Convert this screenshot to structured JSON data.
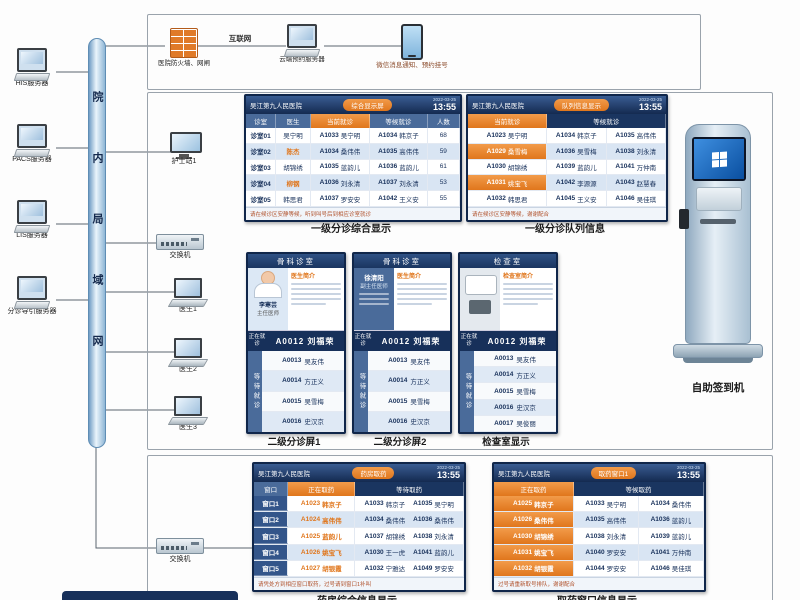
{
  "network": {
    "lan_label": "院内局域网",
    "servers": [
      "HIS服务器",
      "PACS服务器",
      "LIS服务器",
      "分诊导引服务器"
    ],
    "firewall_label": "医院防火墙、网闸",
    "internet_label": "互联网",
    "cloud_server_label": "云端预约服务器",
    "wechat_label": "微信消息通知、预约挂号",
    "nurse_station": "护士站1",
    "switch_top": "交换机",
    "doctors": [
      "医生1",
      "医生2",
      "医生3"
    ],
    "switch_bottom": "交换机",
    "kiosk_caption": "自助签到机"
  },
  "main_display": {
    "hospital": "吴江第九人民医院",
    "badge": "综合显示屏",
    "date": "2022-03-25",
    "time": "13:55",
    "caption": "一级分诊综合显示",
    "columns": [
      "诊室",
      "医生",
      "当前就诊",
      "等候就诊",
      "人数"
    ],
    "rows": [
      {
        "room": "诊室01",
        "doctor": "吴宁明",
        "cur_no": "A1033",
        "cur_name": "吴宁明",
        "wait_no": "A1034",
        "wait_name": "韩京子",
        "count": "68"
      },
      {
        "room": "诊室02",
        "doctor": "陈杰",
        "cur_no": "A1034",
        "cur_name": "桑伟伟",
        "wait_no": "A1035",
        "wait_name": "高伟伟",
        "count": "59"
      },
      {
        "room": "诊室03",
        "doctor": "胡锦绣",
        "cur_no": "A1035",
        "cur_name": "蓝韵儿",
        "wait_no": "A1036",
        "wait_name": "蓝韵儿",
        "count": "61"
      },
      {
        "room": "诊室04",
        "doctor": "柳钢",
        "cur_no": "A1036",
        "cur_name": "刘永清",
        "wait_no": "A1037",
        "wait_name": "刘永清",
        "count": "53"
      },
      {
        "room": "诊室05",
        "doctor": "韩思君",
        "cur_no": "A1037",
        "cur_name": "罗安安",
        "wait_no": "A1042",
        "wait_name": "王义安",
        "count": "55"
      }
    ],
    "notice": "请在候诊区安静等候，听到叫号后到相应诊室就诊"
  },
  "queue_display": {
    "hospital": "吴江第九人民医院",
    "badge": "队列信息显示",
    "date": "2022-03-25",
    "time": "13:55",
    "caption": "一级分诊队列信息",
    "col_current": "当前就诊",
    "col_waiting": "等候就诊",
    "current": [
      {
        "no": "A1023",
        "name": "吴宁明"
      },
      {
        "no": "A1029",
        "name": "桑雪梅"
      },
      {
        "no": "A1030",
        "name": "胡锦绣"
      },
      {
        "no": "A1031",
        "name": "姚宝飞"
      },
      {
        "no": "A1032",
        "name": "韩思君"
      }
    ],
    "waiting": [
      [
        {
          "no": "A1034",
          "name": "韩京子"
        },
        {
          "no": "A1035",
          "name": "高伟伟"
        }
      ],
      [
        {
          "no": "A1036",
          "name": "吴雪梅"
        },
        {
          "no": "A1038",
          "name": "刘永清"
        }
      ],
      [
        {
          "no": "A1039",
          "name": "蓝韵儿"
        },
        {
          "no": "A1041",
          "name": "万仲南"
        }
      ],
      [
        {
          "no": "A1042",
          "name": "李源源"
        },
        {
          "no": "A1043",
          "name": "赵慧春"
        }
      ],
      [
        {
          "no": "A1045",
          "name": "王义安"
        },
        {
          "no": "A1046",
          "name": "吴佳琪"
        }
      ]
    ],
    "notice": "请在候诊区安静等候，谢谢配合"
  },
  "sub_screen1": {
    "room": "骨科诊室",
    "doctor_name": "李寒芸",
    "doctor_title": "主任医师",
    "intro_title": "医生简介",
    "current_label": "正在就诊",
    "current_no": "A0012",
    "current_name": "刘福荣",
    "wait_label": "等待就诊",
    "waiting": [
      {
        "no": "A0013",
        "name": "吴友伟"
      },
      {
        "no": "A0014",
        "name": "方正义"
      },
      {
        "no": "A0015",
        "name": "吴雪梅"
      },
      {
        "no": "A0016",
        "name": "史汉京"
      }
    ],
    "caption": "二级分诊屏1"
  },
  "sub_screen2": {
    "room": "骨科诊室",
    "doctor_name": "徐清阳",
    "doctor_title": "副主任医师",
    "intro_title": "医生简介",
    "current_label": "正在就诊",
    "current_no": "A0012",
    "current_name": "刘福荣",
    "wait_label": "等待就诊",
    "waiting": [
      {
        "no": "A0013",
        "name": "吴友伟"
      },
      {
        "no": "A0014",
        "name": "方正义"
      },
      {
        "no": "A0015",
        "name": "吴雪梅"
      },
      {
        "no": "A0016",
        "name": "史汉京"
      }
    ],
    "caption": "二级分诊屏2"
  },
  "exam_screen": {
    "room": "检查室",
    "intro_title": "检查室简介",
    "current_label": "正在就诊",
    "current_no": "A0012",
    "current_name": "刘福荣",
    "wait_label": "等待就诊",
    "waiting": [
      {
        "no": "A0013",
        "name": "吴友伟"
      },
      {
        "no": "A0014",
        "name": "方正义"
      },
      {
        "no": "A0015",
        "name": "吴雪梅"
      },
      {
        "no": "A0016",
        "name": "史汉京"
      },
      {
        "no": "A0017",
        "name": "吴俊丽"
      }
    ],
    "caption": "检查室显示"
  },
  "pharmacy_main": {
    "hospital": "吴江第九人民医院",
    "badge": "药房取药",
    "date": "2022-03-25",
    "time": "13:55",
    "caption": "药房综合信息显示",
    "columns": [
      "窗口",
      "正在取药",
      "等待取药"
    ],
    "rows": [
      {
        "win": "窗口1",
        "cur_no": "A1023",
        "cur_name": "韩京子",
        "w1_no": "A1033",
        "w1_name": "韩京子",
        "w2_no": "A1035",
        "w2_name": "吴宁明"
      },
      {
        "win": "窗口2",
        "cur_no": "A1024",
        "cur_name": "高伟伟",
        "w1_no": "A1034",
        "w1_name": "桑伟伟",
        "w2_no": "A1036",
        "w2_name": "桑伟伟"
      },
      {
        "win": "窗口3",
        "cur_no": "A1025",
        "cur_name": "蓝韵儿",
        "w1_no": "A1037",
        "w1_name": "胡锦绣",
        "w2_no": "A1038",
        "w2_name": "刘永清"
      },
      {
        "win": "窗口4",
        "cur_no": "A1026",
        "cur_name": "姚宝飞",
        "w1_no": "A1030",
        "w1_name": "王一虎",
        "w2_no": "A1041",
        "w2_name": "蓝韵儿"
      },
      {
        "win": "窗口5",
        "cur_no": "A1027",
        "cur_name": "胡银霞",
        "w1_no": "A1032",
        "w1_name": "宁雅达",
        "w2_no": "A1049",
        "w2_name": "罗安安"
      }
    ],
    "notice": "请凭处方到相应窗口取药，过号请到窗口1补叫"
  },
  "pharmacy_window": {
    "hospital": "吴江第九人民医院",
    "badge": "取药窗口1",
    "date": "2022-03-25",
    "time": "13:55",
    "caption": "取药窗口信息显示",
    "col_current": "正在取药",
    "col_waiting": "等候取药",
    "current": [
      {
        "no": "A1025",
        "name": "韩京子"
      },
      {
        "no": "A1026",
        "name": "桑伟伟"
      },
      {
        "no": "A1030",
        "name": "胡锦绣"
      },
      {
        "no": "A1031",
        "name": "姚宝飞"
      },
      {
        "no": "A1032",
        "name": "胡银霞"
      }
    ],
    "waiting": [
      [
        {
          "no": "A1033",
          "name": "吴宁明"
        },
        {
          "no": "A1034",
          "name": "桑伟伟"
        }
      ],
      [
        {
          "no": "A1035",
          "name": "高伟伟"
        },
        {
          "no": "A1036",
          "name": "蓝韵儿"
        }
      ],
      [
        {
          "no": "A1038",
          "name": "刘永清"
        },
        {
          "no": "A1039",
          "name": "蓝韵儿"
        }
      ],
      [
        {
          "no": "A1040",
          "name": "罗安安"
        },
        {
          "no": "A1041",
          "name": "万仲南"
        }
      ],
      [
        {
          "no": "A1044",
          "name": "罗安安"
        },
        {
          "no": "A1046",
          "name": "吴佳琪"
        }
      ]
    ],
    "notice": "过号请重新取号排队，谢谢配合"
  }
}
